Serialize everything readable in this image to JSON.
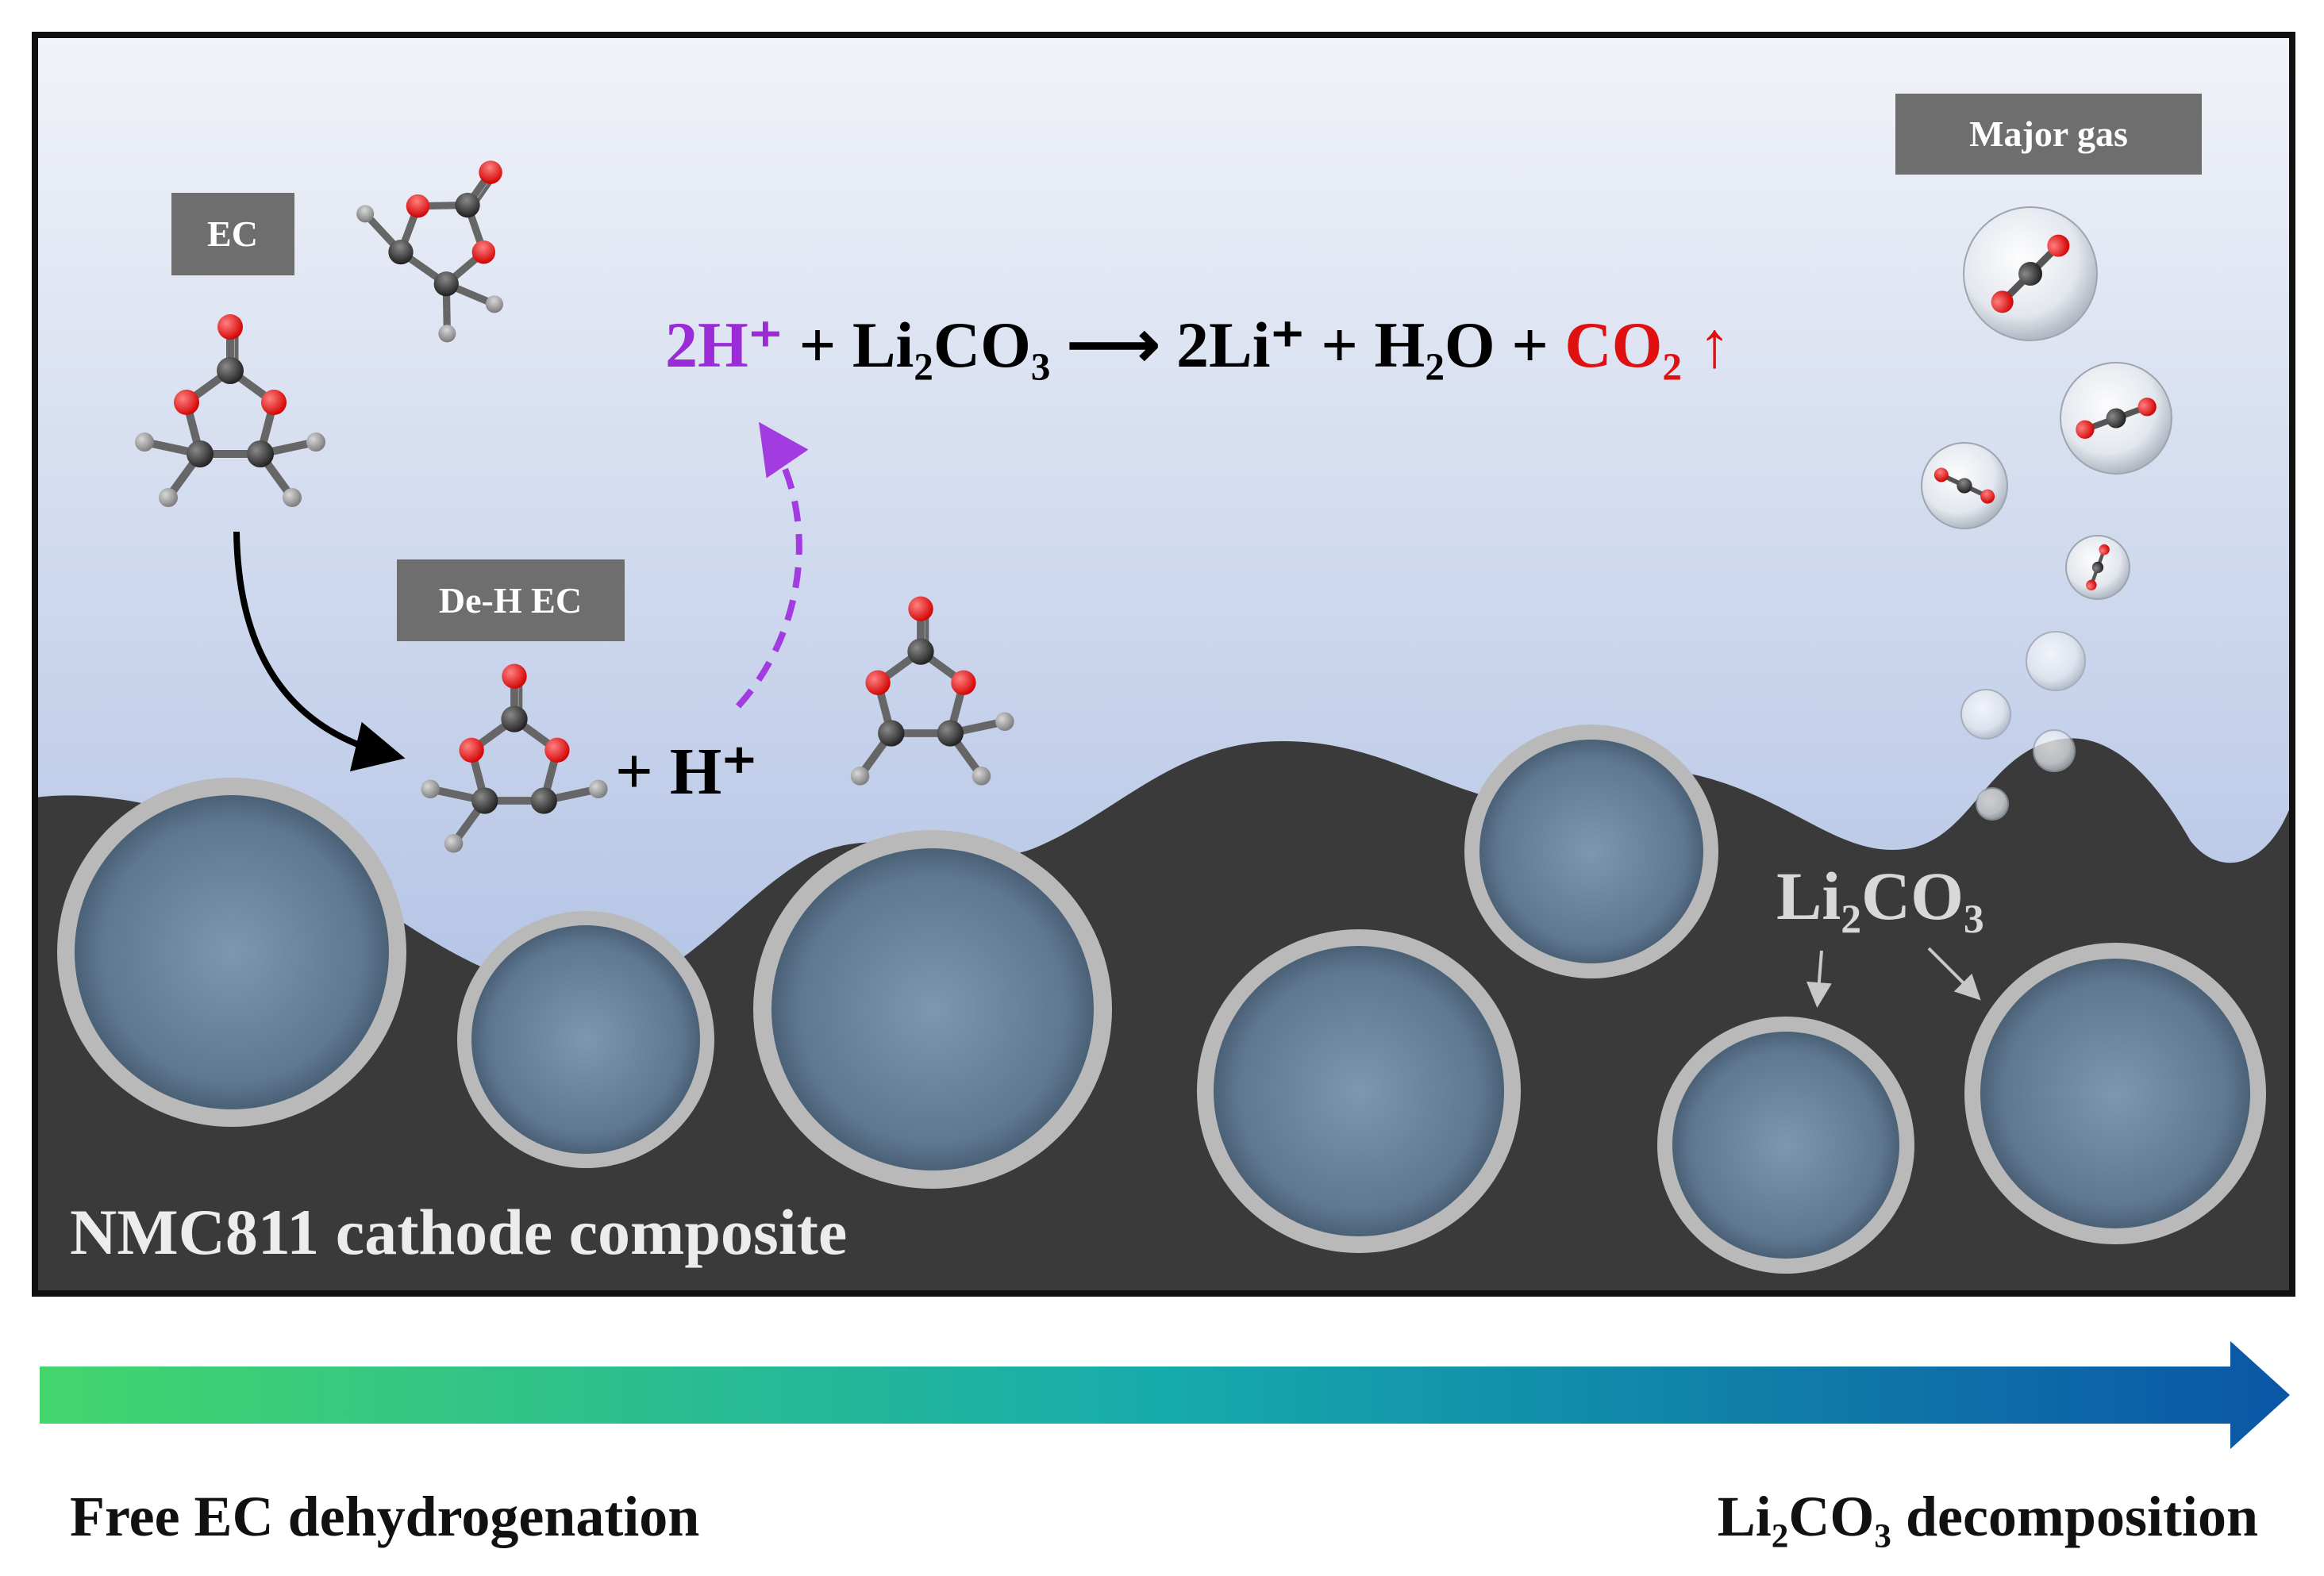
{
  "colors": {
    "frame": "#111111",
    "electrolyte_top": "#eef1f8",
    "electrolyte_bottom": "#a4b8e2",
    "composite": "#3a3a3a",
    "particle_shell": "#b8b8b8",
    "particle_core": "#6f88a3",
    "label_box": "#6e6e6e",
    "carbon": "#3b3b3b",
    "oxygen": "#e11b1b",
    "hydrogen": "#9a9a9a",
    "proton_text": "#9b2bd6",
    "co2_text": "#e01010",
    "arrow_dashed": "#a23be0",
    "gradient_start": "#3fd46f",
    "gradient_mid": "#1aa8ae",
    "gradient_end": "#0d5aa8"
  },
  "labels": {
    "ec": "EC",
    "de_h_ec": "De-H EC",
    "major_gas": "Major gas",
    "cathode": "NMC811 cathode composite",
    "li2co3": "Li₂CO₃"
  },
  "reaction": {
    "reactant_h": "2H⁺",
    "plus1": " + ",
    "reactant_li2co3": "Li₂CO₃",
    "arrow": " ⟶ ",
    "product_li": "2Li⁺",
    "plus2": " + ",
    "product_h2o": "H₂O",
    "plus3": " + ",
    "product_co2": "CO₂ ↑"
  },
  "proton_release": "+ H⁺",
  "process_axis": {
    "start_label": "Free EC dehydrogenation",
    "end_label": "Li₂CO₃ decomposition"
  }
}
